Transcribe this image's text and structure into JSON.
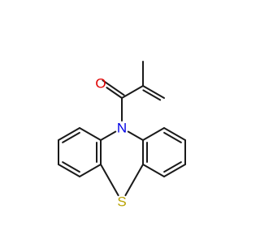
{
  "molecule": {
    "atoms": {
      "oxygen": "O",
      "nitrogen": "N",
      "sulfur": "S"
    },
    "colors": {
      "bond": "#1a1a1a",
      "oxygen": "#e00000",
      "nitrogen": "#0000e6",
      "sulfur": "#b8a100",
      "background": "#ffffff"
    }
  }
}
